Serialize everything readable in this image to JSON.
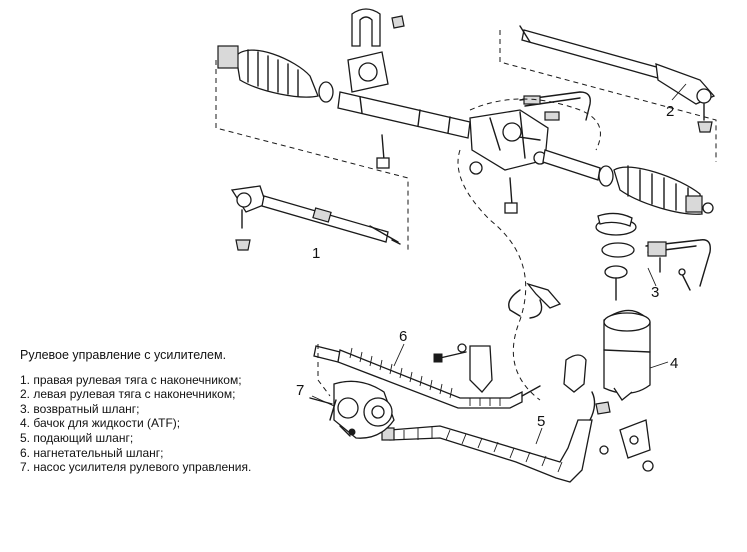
{
  "legend": {
    "title": "Рулевое управление с усилителем.",
    "items": [
      "1. правая рулевая тяга с наконечником;",
      "2. левая рулевая тяга с наконечником;",
      "3. возвратный шланг;",
      "4. бачок для жидкости (ATF);",
      "5. подающий шланг;",
      "6. нагнетательный шланг;",
      "7. насос усилителя рулевого управления."
    ]
  },
  "callouts": [
    "1",
    "2",
    "3",
    "4",
    "5",
    "6",
    "7"
  ]
}
